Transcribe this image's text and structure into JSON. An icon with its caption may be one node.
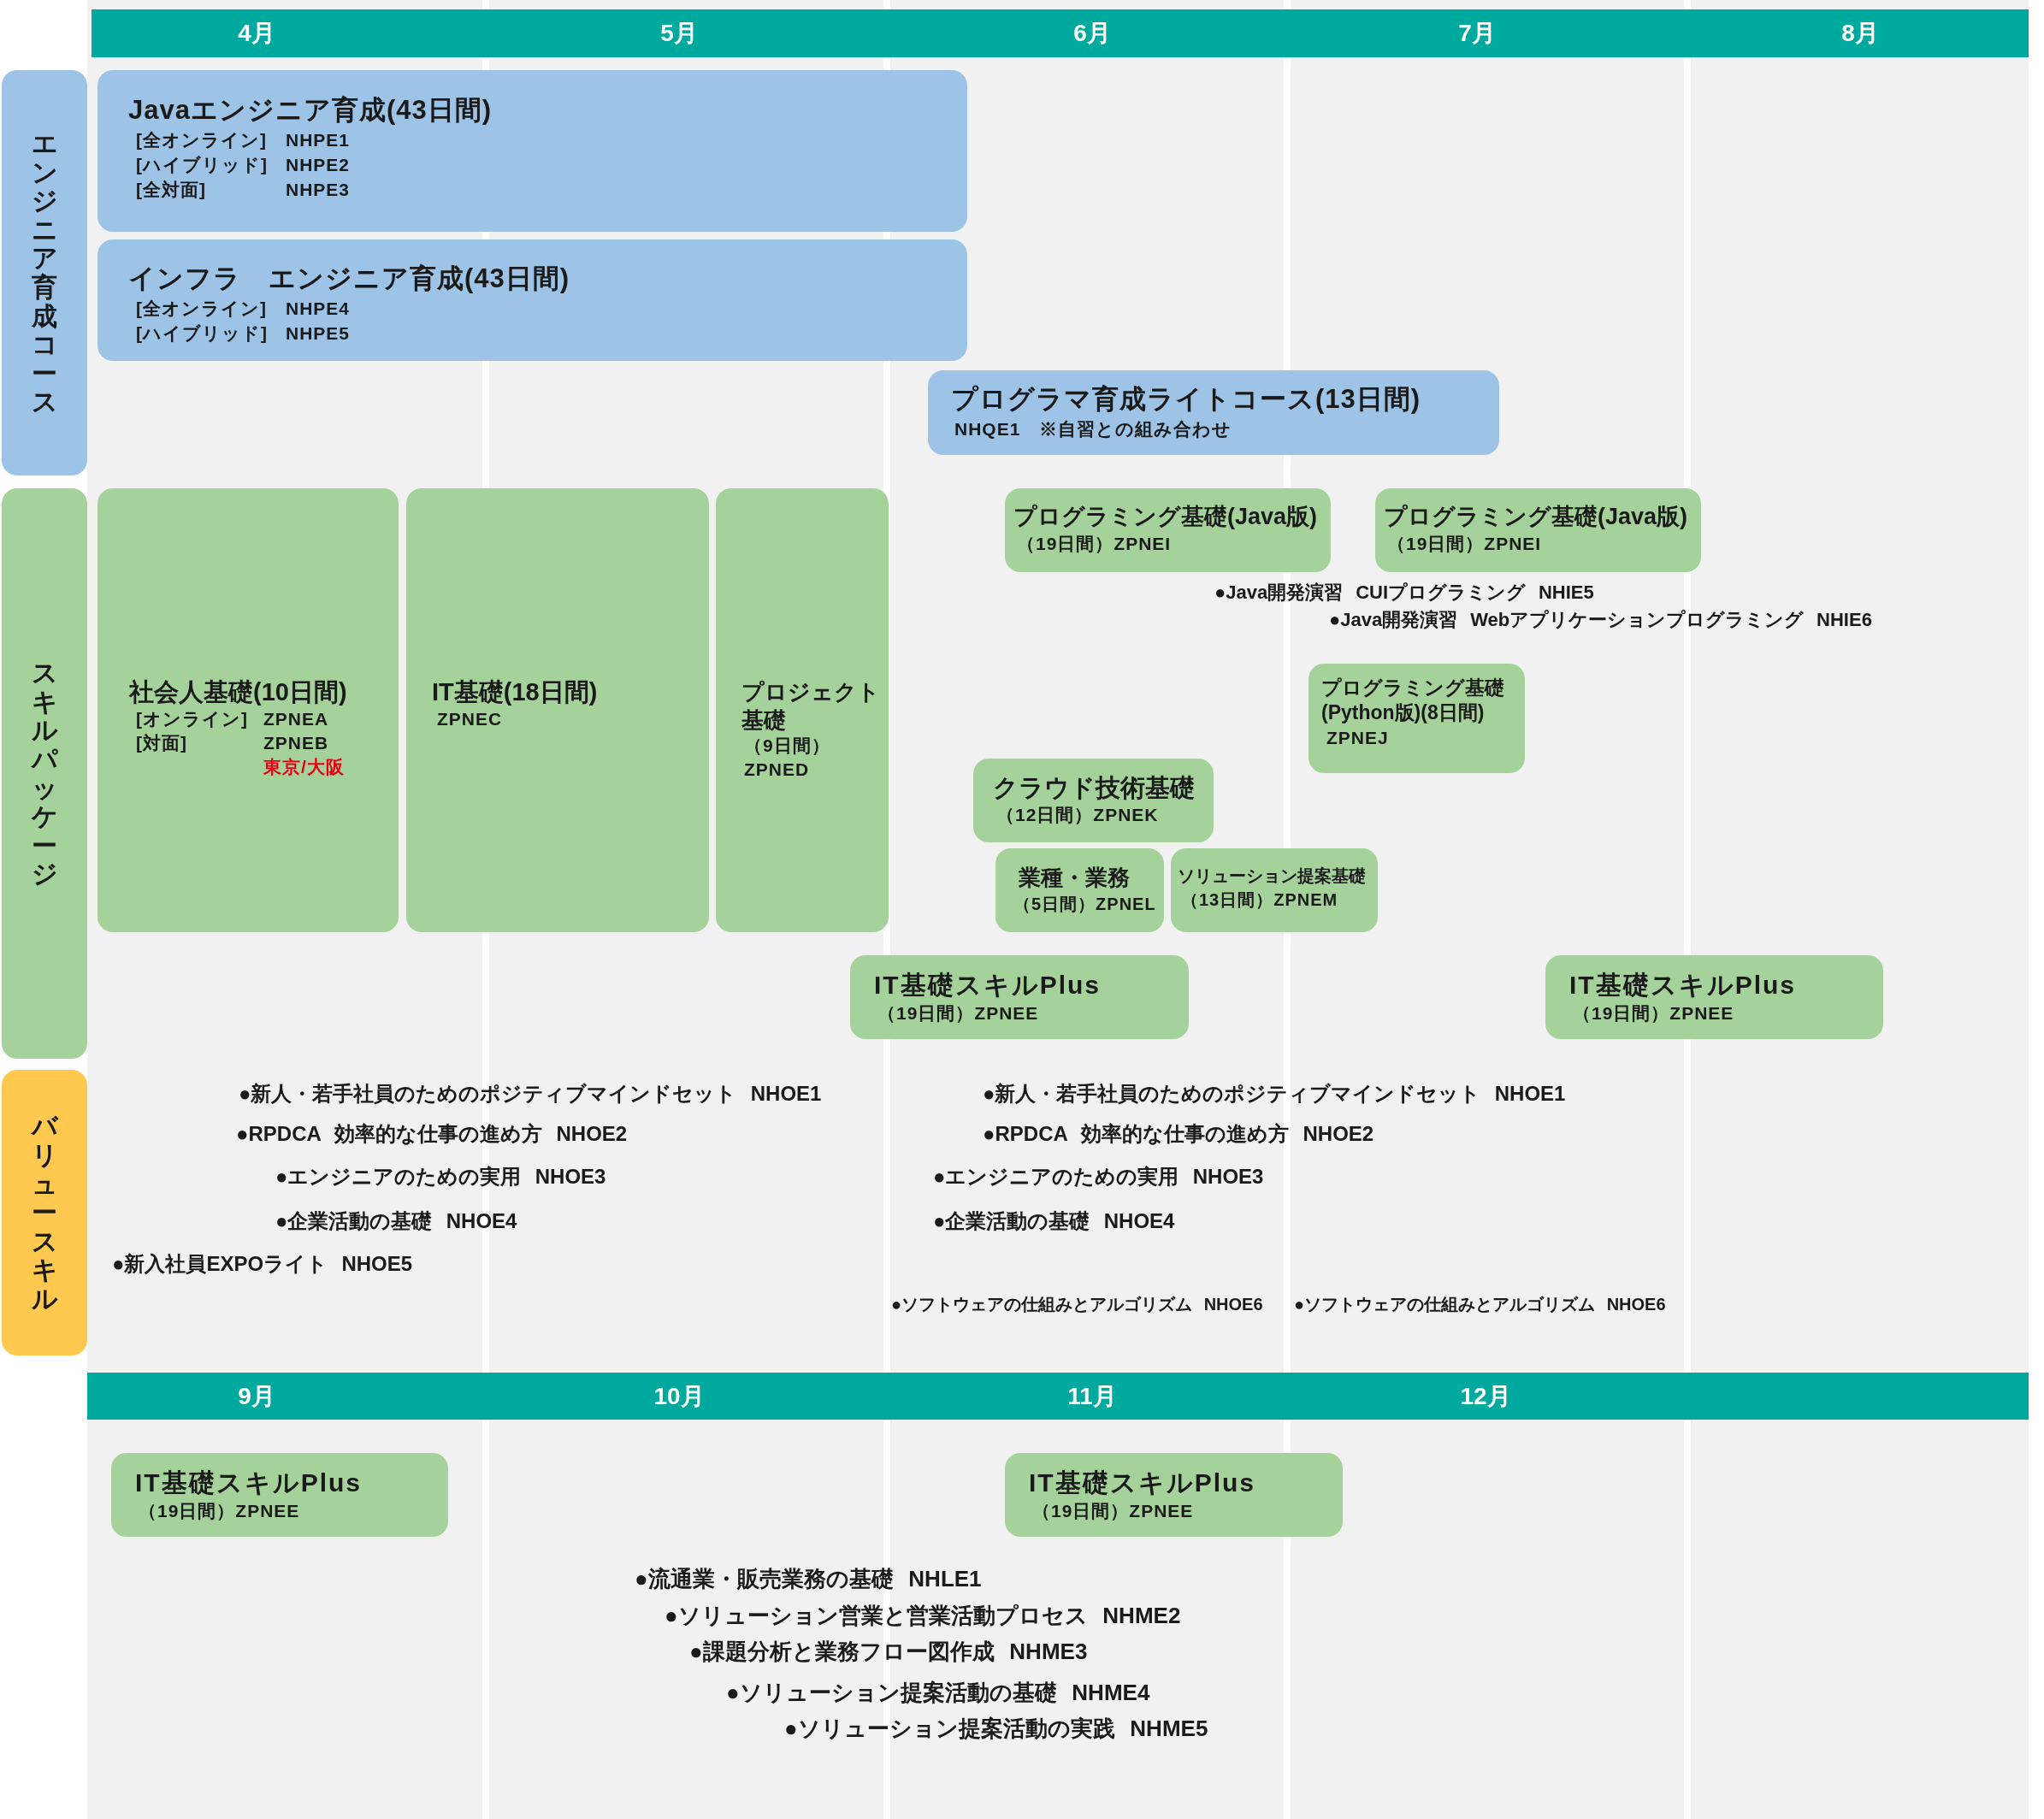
{
  "diagram": {
    "nodes": [
      {
        "text": [
          "4月",
          "5月",
          "6月",
          "7月",
          "8月"
        ]
      },
      {
        "text": [
          "エンジニア育成コース"
        ]
      },
      {
        "text": [
          "Javaエンジニア育成(43日間)",
          "[全オンライン]",
          "NHPE1",
          "[ハイブリッド]",
          "NHPE2",
          "[全対面]",
          "NHPE3"
        ]
      },
      {
        "text": [
          "インフラ　エンジニア育成(43日間)",
          "[全オンライン]",
          "NHPE4",
          "[ハイブリッド]",
          "NHPE5"
        ]
      },
      {
        "text": [
          "プログラマ育成ライトコース(13日間)",
          "NHQE1　※自習との組み合わせ"
        ]
      },
      {
        "text": [
          "スキルパッケージ"
        ]
      },
      {
        "text": [
          "社会人基礎(10日間)",
          "[オンライン]",
          "ZPNEA",
          "[対面]",
          "ZPNEB",
          "東京/大阪"
        ]
      },
      {
        "text": [
          "IT基礎(18日間)",
          "ZPNEC"
        ]
      },
      {
        "text": [
          "プロジェクト基礎",
          "（9日間）",
          "ZPNED"
        ]
      },
      {
        "text": [
          "プログラミング基礎(Java版)",
          "（19日間）ZPNEI"
        ]
      },
      {
        "text": [
          "プログラミング基礎(Java版)",
          "（19日間）ZPNEI"
        ]
      },
      {
        "text": [
          "プログラミング基礎(Python版)(8日間)",
          "ZPNEJ"
        ]
      },
      {
        "text": [
          "クラウド技術基礎",
          "（12日間）ZPNEK"
        ]
      },
      {
        "text": [
          "業種・業務",
          "（5日間）ZPNEL"
        ]
      },
      {
        "text": [
          "ソリューション提案基礎",
          "（13日間）ZPNEM"
        ]
      },
      {
        "text": [
          "IT基礎スキルPlus",
          "（19日間）ZPNEE"
        ]
      },
      {
        "text": [
          "IT基礎スキルPlus",
          "（19日間）ZPNEE"
        ]
      },
      {
        "text": [
          "バリュースキル"
        ]
      },
      {
        "text": [
          "9月",
          "10月",
          "11月",
          "12月"
        ]
      },
      {
        "text": [
          "IT基礎スキルPlus",
          "（19日間）ZPNEE"
        ]
      },
      {
        "text": [
          "IT基礎スキルPlus",
          "（19日間）ZPNEE"
        ]
      }
    ],
    "labels": [
      "●Java開発演習 CUIプログラミング NHIE5",
      "●Java開発演習 Webアプリケーションプログラミング NHIE6",
      "●新人・若手社員のためのポジティブマインドセット NHOE1",
      "●新人・若手社員のためのポジティブマインドセット NHOE1",
      "●RPDCA 効率的な仕事の進め方 NHOE2",
      "●RPDCA 効率的な仕事の進め方 NHOE2",
      "●エンジニアのための実用 NHOE3",
      "●エンジニアのための実用 NHOE3",
      "●企業活動の基礎 NHOE4",
      "●企業活動の基礎 NHOE4",
      "●新入社員EXPOライト NHOE5",
      "●ソフトウェアの仕組みとアルゴリズム NHOE6",
      "●ソフトウェアの仕組みとアルゴリズム NHOE6",
      "●流通業・販売業務の基礎 NHLE1",
      "●ソリューション営業と営業活動プロセス NHME2",
      "●課題分析と業務フロー図作成 NHME3",
      "●ソリューション提案活動の基礎 NHME4",
      "●ソリューション提案活動の実践 NHME5"
    ]
  }
}
